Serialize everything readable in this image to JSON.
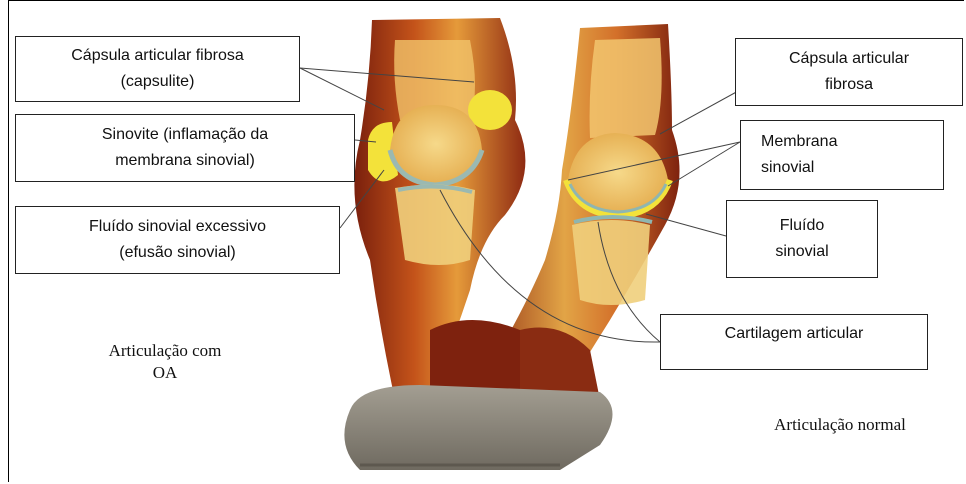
{
  "labels": {
    "capsula_left": {
      "line1": "Cápsula articular fibrosa",
      "line2": "(capsulite)"
    },
    "sinovite": {
      "line1": "Sinovite (inflamação da",
      "line2": "membrana sinovial)"
    },
    "fluido_excessivo": {
      "line1": "Fluído sinovial excessivo",
      "line2": "(efusão sinovial)"
    },
    "capsula_right": {
      "line1": "Cápsula articular",
      "line2": "fibrosa"
    },
    "membrana": {
      "line1": "Membrana",
      "line2": "sinovial"
    },
    "fluido": {
      "line1": "Fluído",
      "line2": "sinovial"
    },
    "cartilagem": "Cartilagem articular"
  },
  "captions": {
    "oa": {
      "line1": "Articulação com",
      "line2": "OA"
    },
    "normal": "Articulação normal"
  },
  "colors": {
    "bone_dark": "#8e2a12",
    "bone_mid": "#c8561a",
    "marrow": "#f0c56a",
    "synovial_yellow": "#f3e23a",
    "cartilage_blue": "#8fb6b0",
    "hoof": "#8d8679"
  }
}
